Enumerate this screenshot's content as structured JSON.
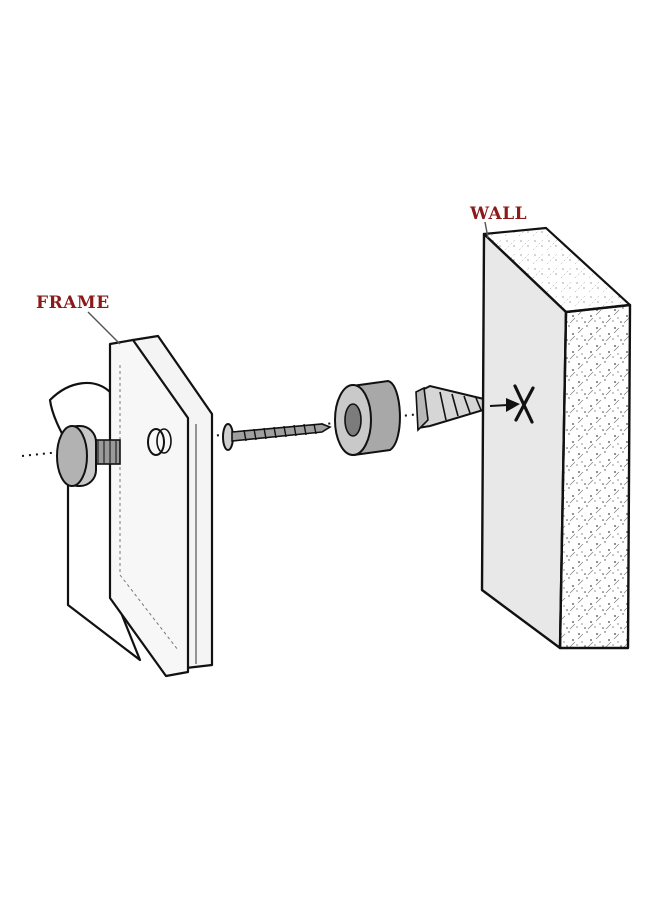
{
  "labels": {
    "frame": "FRAME",
    "wall": "WALL"
  },
  "colors": {
    "label": "#8b1a1a",
    "outline": "#111111",
    "glass_fill": "#f4f4f4",
    "metal_fill": "#bdbdbd",
    "wall_face": "#e8e8e8",
    "wall_side": "#ffffff"
  },
  "parts": [
    "thumb-screw",
    "glass-frame-panel",
    "wood-screw",
    "spacer-standoff",
    "wall-anchor",
    "wall-block",
    "drill-mark"
  ]
}
